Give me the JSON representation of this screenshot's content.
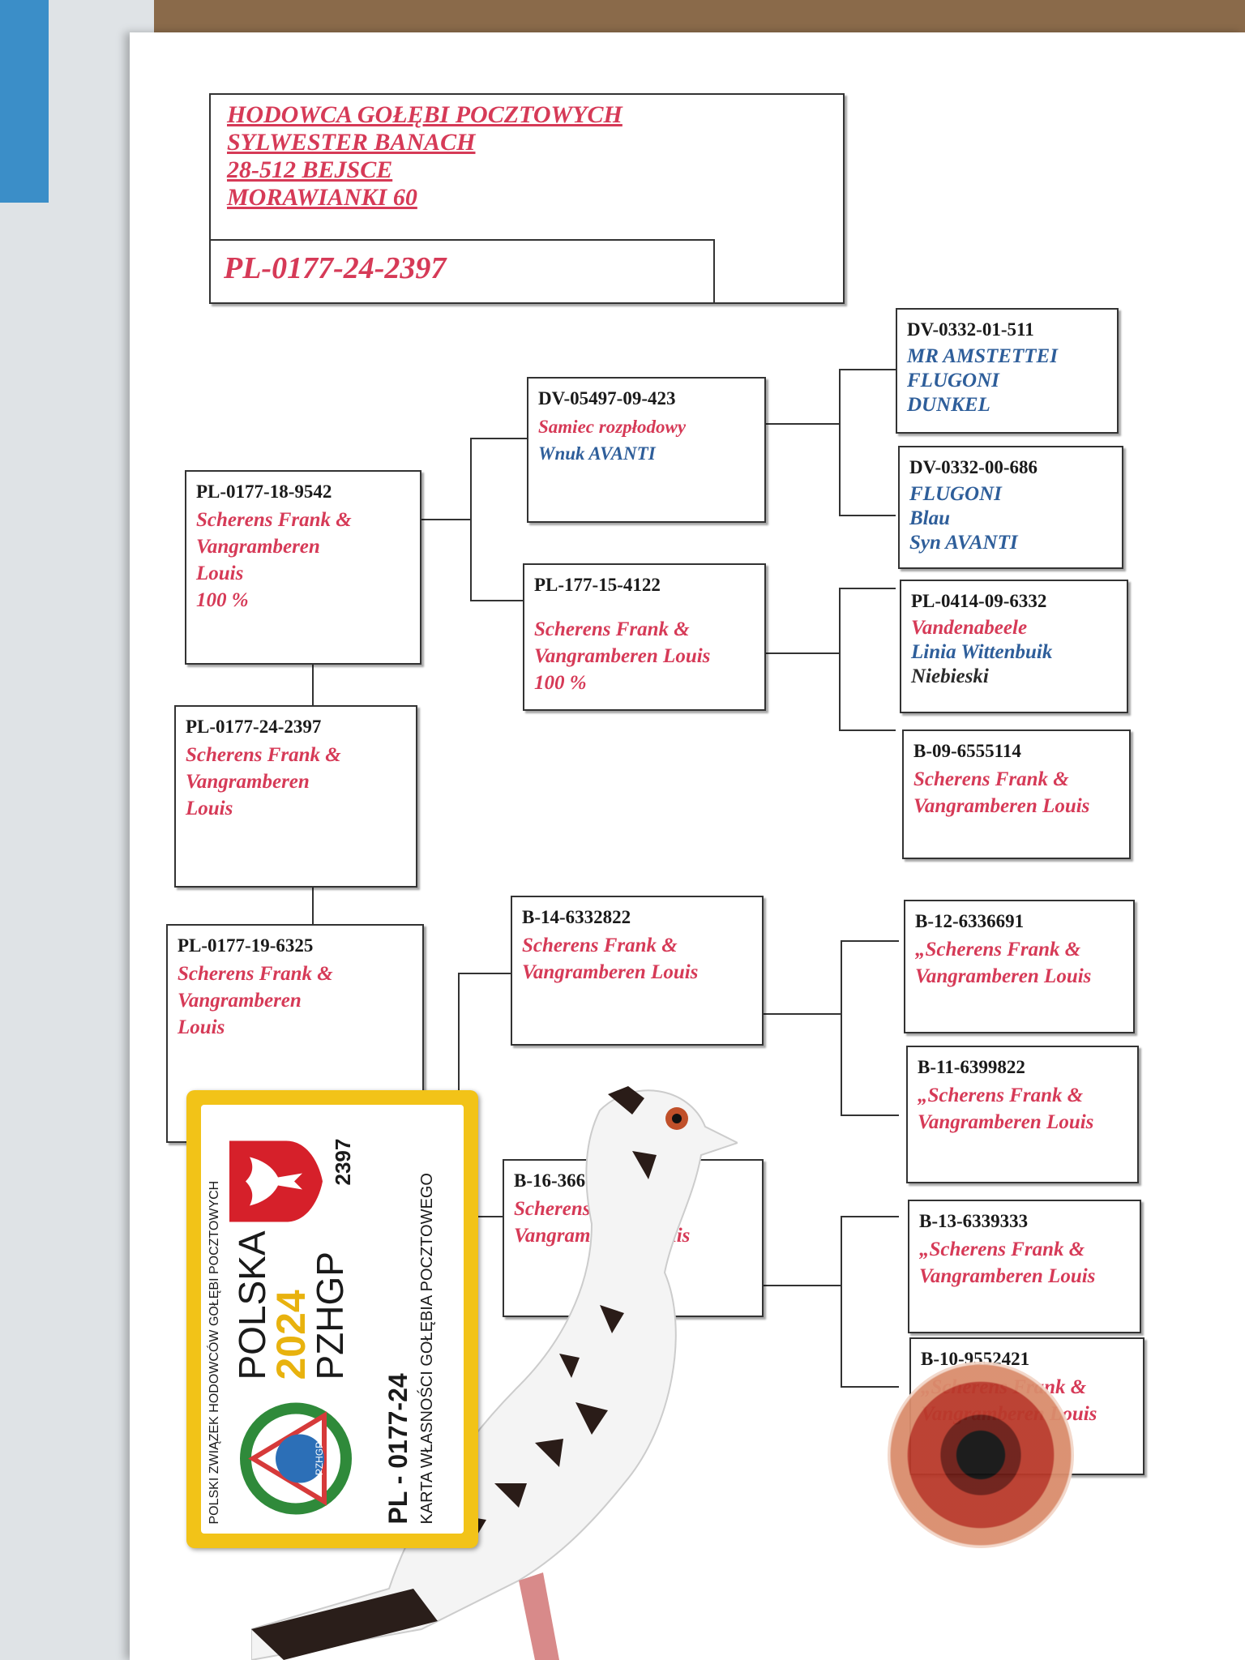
{
  "header": {
    "line1": "HODOWCA GOŁĘBI POCZTOWYCH",
    "line2": "SYLWESTER BANACH",
    "line3": "28-512 BEJSCE",
    "line4": "MORAWIANKI 60",
    "ring": "PL-0177-24-2397"
  },
  "subject": {
    "ring": "PL-0177-24-2397",
    "l1": "Scherens Frank &",
    "l2": "Vangramberen",
    "l3": "Louis"
  },
  "sire": {
    "ring": "PL-0177-18-9542",
    "l1": "Scherens Frank &",
    "l2": "Vangramberen",
    "l3": "Louis",
    "l4": "100 %"
  },
  "dam": {
    "ring": "PL-0177-19-6325",
    "l1": "Scherens Frank &",
    "l2": "Vangramberen",
    "l3": "Louis"
  },
  "gp": [
    {
      "ring": "DV-05497-09-423",
      "l1": "Samiec rozpłodowy",
      "l2": "Wnuk AVANTI"
    },
    {
      "ring": "PL-177-15-4122",
      "l1": "Scherens Frank &",
      "l2": "Vangramberen Louis",
      "l3": "100 %"
    },
    {
      "ring": "B-14-6332822",
      "l1": "Scherens Frank &",
      "l2": "Vangramberen Louis"
    },
    {
      "ring": "B-16-3663421",
      "l1": "Scherens Frank &",
      "l2": "Vangramberen Louis"
    }
  ],
  "ggp": [
    {
      "ring": "DV-0332-01-511",
      "l1": "MR AMSTETTEI",
      "l2": "FLUGONI",
      "l3": "DUNKEL"
    },
    {
      "ring": "DV-0332-00-686",
      "l1": "FLUGONI",
      "l2": "Blau",
      "l3": "Syn AVANTI"
    },
    {
      "ring": "PL-0414-09-6332",
      "l1": "Vandenabeele",
      "l2": "Linia Wittenbuik",
      "l3": "Niebieski"
    },
    {
      "ring": "B-09-6555114",
      "l1": "Scherens Frank &",
      "l2": "Vangramberen Louis"
    },
    {
      "ring": "B-12-6336691",
      "l1": "„Scherens Frank &",
      "l2": "Vangramberen Louis"
    },
    {
      "ring": "B-11-6399822",
      "l1": "„Scherens Frank &",
      "l2": "Vangramberen Louis"
    },
    {
      "ring": "B-13-6339333",
      "l1": "„Scherens Frank &",
      "l2": "Vangramberen Louis"
    },
    {
      "ring": "B-10-9552421",
      "l1": "„Scherens Frank &",
      "l2": "Vangramberen Louis"
    }
  ],
  "card": {
    "org": "POLSKI ZWIĄZEK HODOWCÓW GOŁĘBI POCZTOWYCH",
    "country": "POLSKA",
    "year": "2024",
    "pzhgp": "PZHGP",
    "number": "2397",
    "ring": "PL - 0177-24",
    "title": "KARTA WŁASNOŚCI GOŁĘBIA POCZTOWEGO",
    "logo_text": "PZHGP"
  }
}
